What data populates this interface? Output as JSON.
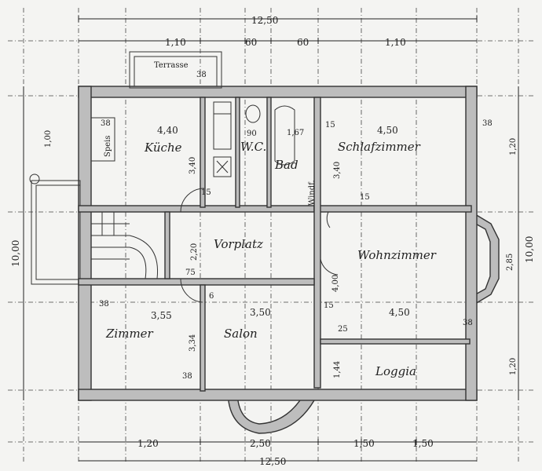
{
  "overall": {
    "width_top": "12,50",
    "width_bottom": "12,50",
    "height_left": "10,00",
    "height_right": "10,00"
  },
  "top_dims": [
    "1,10",
    "60",
    "60",
    "1,10"
  ],
  "bottom_dims": [
    "1,20",
    "2,50",
    "1,50",
    "1,50"
  ],
  "side_dims": {
    "left_upper": "1,00",
    "right_upper": "1,20",
    "right_mid": "2,85",
    "right_lower": "1,20"
  },
  "rooms": {
    "terrasse": "Terrasse",
    "kueche": "Küche",
    "kueche_size_a": "4,40",
    "kueche_size_b": "3,40",
    "speis": "Speis",
    "wc": "W.C.",
    "wc_size": "90",
    "bad": "Bad",
    "bad_size": "1,67",
    "schlafzimmer": "Schlafzimmer",
    "schlaf_size_a": "4,50",
    "schlaf_size_b": "3,40",
    "vorplatz": "Vorplatz",
    "vorplatz_size": "2,20",
    "windfang": "Windf.",
    "wohnzimmer": "Wohnzimmer",
    "wohn_size_a": "4,00",
    "wohn_size_b": "4,50",
    "zimmer": "Zimmer",
    "zimmer_size_a": "3,55",
    "zimmer_size_b": "3,34",
    "salon": "Salon",
    "salon_size": "3,50",
    "loggia": "Loggia",
    "loggia_size": "1,44"
  },
  "wall_marks": [
    "38",
    "38",
    "38",
    "38",
    "38",
    "38",
    "15",
    "15",
    "15",
    "15",
    "25",
    "75",
    "6"
  ]
}
